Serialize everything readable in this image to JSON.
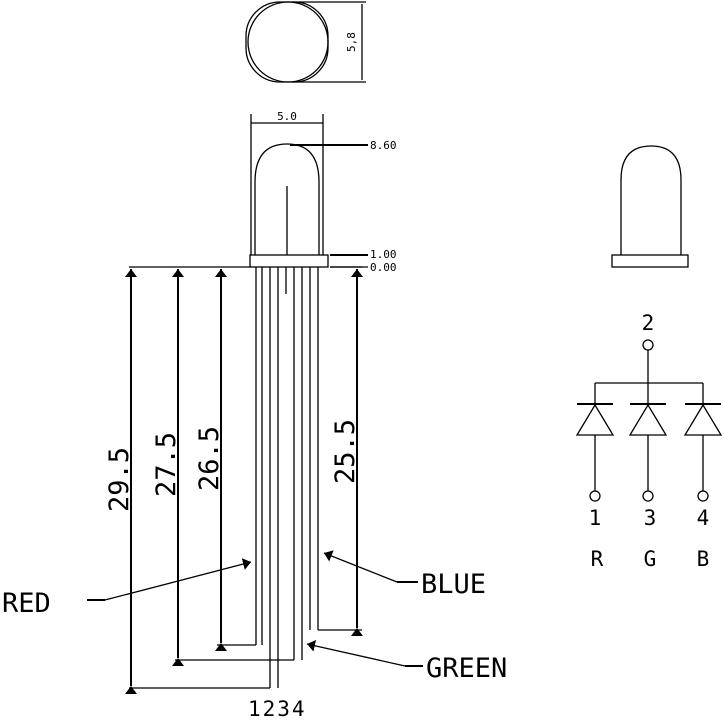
{
  "dims": {
    "top_diameter": "5,8",
    "width": "5.0",
    "dome_height": "8.60",
    "flange_top": "1.00",
    "flange_base": "0.00",
    "lead_1": "29.5",
    "lead_2": "27.5",
    "lead_3": "26.5",
    "lead_4": "25.5"
  },
  "labels": {
    "red": "RED",
    "blue": "BLUE",
    "green": "GREEN",
    "pin_numbers": "1234"
  },
  "schematic": {
    "common_pin": "2",
    "pins": [
      {
        "number": "1",
        "color": "R"
      },
      {
        "number": "3",
        "color": "G"
      },
      {
        "number": "4",
        "color": "B"
      }
    ]
  }
}
